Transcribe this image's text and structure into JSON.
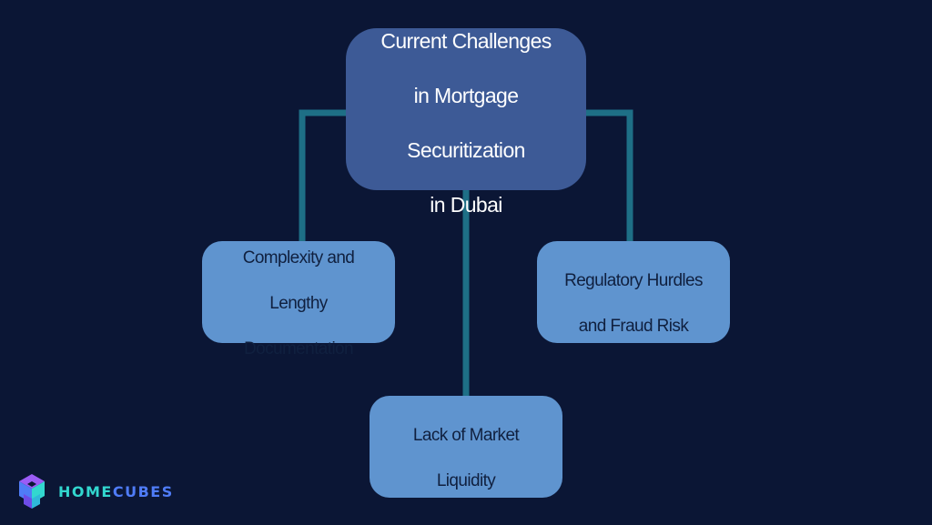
{
  "diagram": {
    "root": {
      "lines": [
        "Current Challenges",
        "in Mortgage",
        "Securitization",
        "in Dubai"
      ]
    },
    "children": [
      {
        "id": "left",
        "lines": [
          "Complexity and",
          "Lengthy",
          "Documentation"
        ]
      },
      {
        "id": "right",
        "lines": [
          "Regulatory Hurdles",
          "and Fraud Risk"
        ]
      },
      {
        "id": "bottom",
        "lines": [
          "Lack of Market",
          "Liquidity"
        ]
      }
    ]
  },
  "brand": {
    "name_part1": "HOME",
    "name_part2": "CUBES",
    "logo_icon": "cube-logo-icon"
  },
  "colors": {
    "background": "#0b1635",
    "root_box": "#3d5a96",
    "child_box": "#5f94cf",
    "connector": "#1e6f86",
    "brand_teal": "#32d7cf",
    "brand_blue": "#4f7cf7"
  }
}
